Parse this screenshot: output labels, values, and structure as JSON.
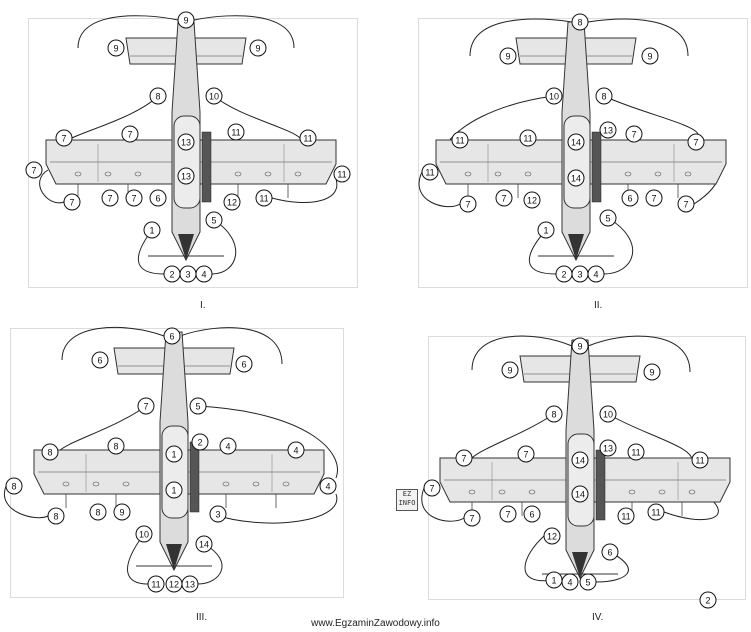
{
  "panels": [
    {
      "label": "I.",
      "nodes": [
        "9",
        "9",
        "9",
        "8",
        "10",
        "7",
        "7",
        "7",
        "11",
        "11",
        "13",
        "13",
        "7",
        "7",
        "7",
        "6",
        "12",
        "11",
        "11",
        "5",
        "1",
        "2",
        "3",
        "4"
      ]
    },
    {
      "label": "II.",
      "nodes": [
        "8",
        "9",
        "9",
        "10",
        "8",
        "11",
        "11",
        "13",
        "7",
        "7",
        "11",
        "14",
        "14",
        "7",
        "7",
        "12",
        "6",
        "7",
        "7",
        "5",
        "1",
        "2",
        "3",
        "4"
      ]
    },
    {
      "label": "III.",
      "nodes": [
        "6",
        "6",
        "6",
        "7",
        "5",
        "8",
        "8",
        "2",
        "4",
        "1",
        "4",
        "8",
        "1",
        "4",
        "8",
        "8",
        "9",
        "3",
        "10",
        "14",
        "11",
        "12",
        "13"
      ]
    },
    {
      "label": "IV.",
      "nodes": [
        "9",
        "9",
        "9",
        "8",
        "10",
        "7",
        "7",
        "13",
        "11",
        "7",
        "11",
        "14",
        "14",
        "7",
        "7",
        "6",
        "12",
        "11",
        "11",
        "6",
        "1",
        "4",
        "5",
        "2"
      ]
    }
  ],
  "logo": {
    "line1": "EZ",
    "line2": "INFO"
  },
  "footer": "www.EgzaminZawodowy.info"
}
